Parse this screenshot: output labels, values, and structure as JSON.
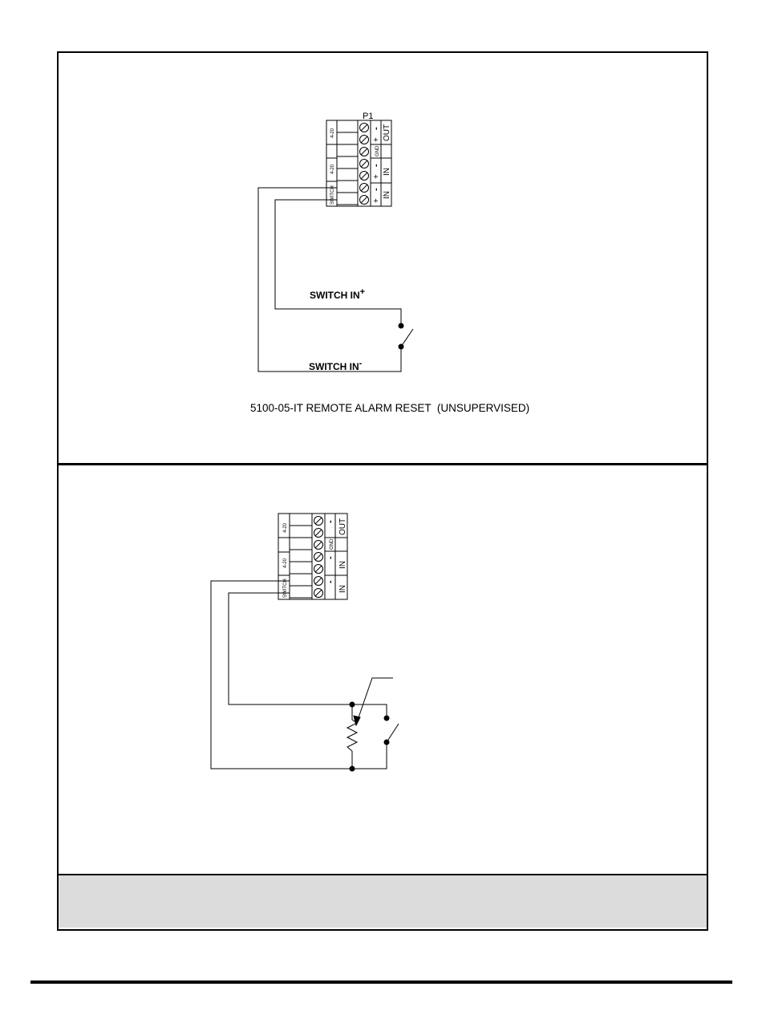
{
  "diagram1": {
    "connector_label": "P1",
    "left_labels": [
      "4-20",
      "4-20",
      "SWITCH"
    ],
    "pin_signs": [
      "-",
      "+",
      "-",
      "+",
      "-",
      "+"
    ],
    "gnd_label": "GND",
    "right_labels": [
      "OUT",
      "IN",
      "IN"
    ],
    "switch_in_plus": "SWITCH IN",
    "switch_in_plus_sup": "+",
    "switch_in_minus": "SWITCH IN",
    "switch_in_minus_sup": "-",
    "caption": "5100-05-IT REMOTE ALARM RESET  (UNSUPERVISED)"
  },
  "diagram2": {
    "left_labels": [
      "4-20",
      "4-20",
      "SWITCH"
    ],
    "pin_signs": [
      "-",
      "-",
      "-"
    ],
    "gnd_label": "GND",
    "right_labels": [
      "OUT",
      "IN",
      "IN"
    ]
  }
}
